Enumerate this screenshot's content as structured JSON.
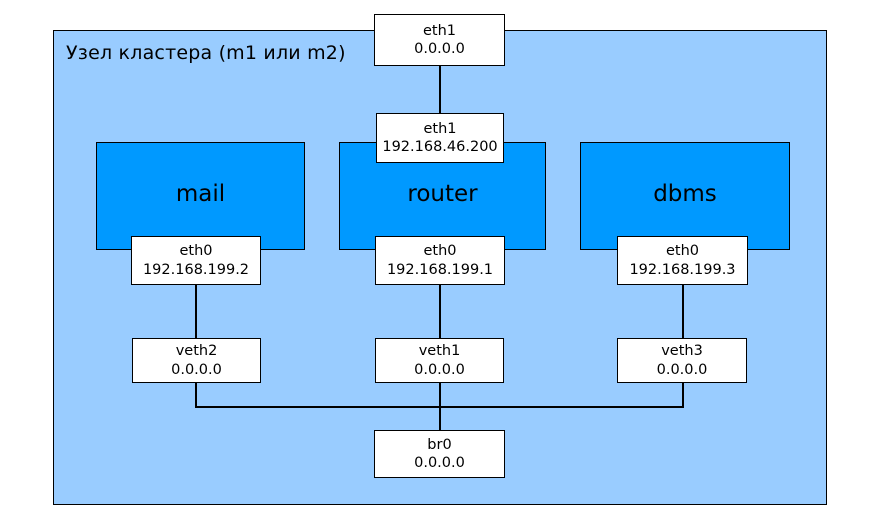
{
  "diagram": {
    "title": "Узел кластера (m1 или m2)",
    "colors": {
      "panel_fill": "#99ccff",
      "container_fill": "#0099ff",
      "interface_fill": "#ffffff",
      "stroke": "#000000"
    },
    "uplink_interface": {
      "name": "eth1",
      "address": "0.0.0.0"
    },
    "router_uplink_interface": {
      "name": "eth1",
      "address": "192.168.46.200"
    },
    "containers": [
      {
        "label": "mail",
        "interface": {
          "name": "eth0",
          "address": "192.168.199.2"
        },
        "veth": {
          "name": "veth2",
          "address": "0.0.0.0"
        }
      },
      {
        "label": "router",
        "interface": {
          "name": "eth0",
          "address": "192.168.199.1"
        },
        "veth": {
          "name": "veth1",
          "address": "0.0.0.0"
        }
      },
      {
        "label": "dbms",
        "interface": {
          "name": "eth0",
          "address": "192.168.199.3"
        },
        "veth": {
          "name": "veth3",
          "address": "0.0.0.0"
        }
      }
    ],
    "bridge": {
      "name": "br0",
      "address": "0.0.0.0"
    }
  }
}
